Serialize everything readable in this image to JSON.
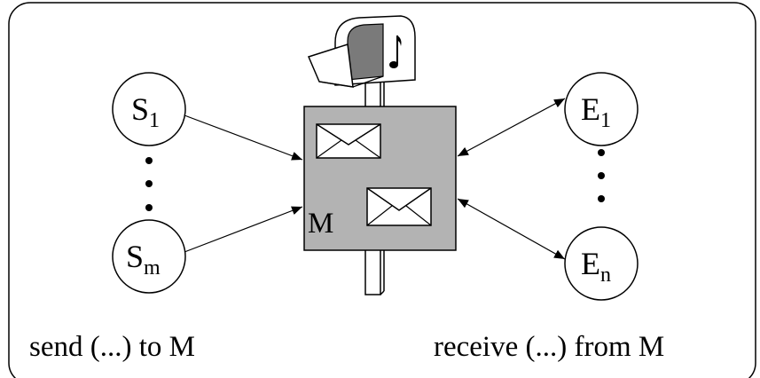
{
  "diagram": {
    "senders": [
      {
        "main": "S",
        "sub": "1"
      },
      {
        "main": "S",
        "sub": "m"
      }
    ],
    "receivers": [
      {
        "main": "E",
        "sub": "1"
      },
      {
        "main": "E",
        "sub": "n"
      }
    ],
    "mailbox_label": "M",
    "send_caption": "send (...) to M",
    "receive_caption": "receive (...) from M",
    "colors": {
      "mailbox_fill": "#b3b3b3",
      "stroke": "#000000",
      "background": "#ffffff"
    }
  }
}
